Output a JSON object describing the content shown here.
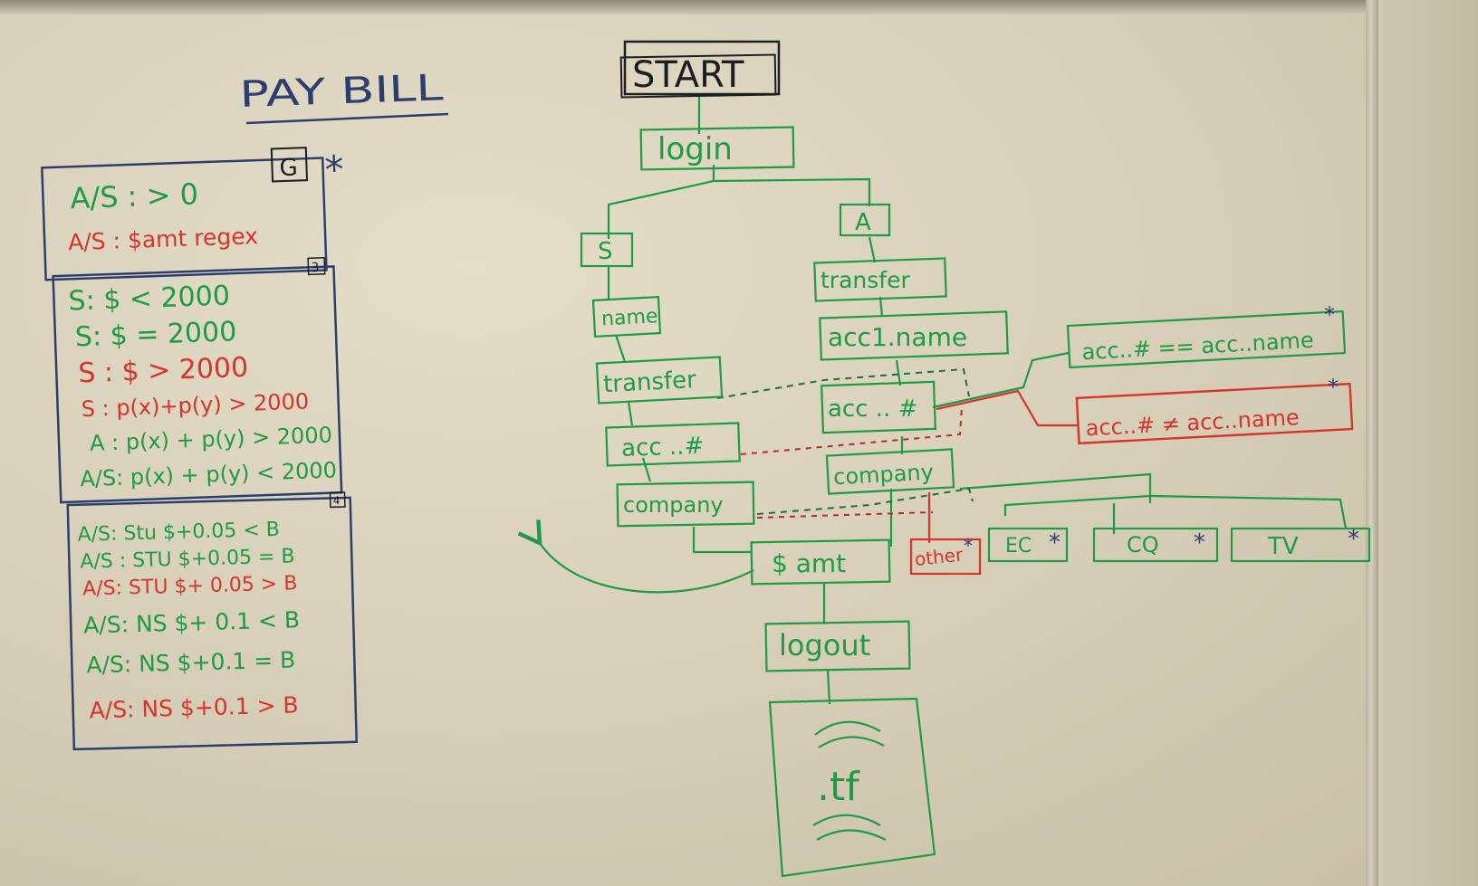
{
  "colors": {
    "green": "#1f9a45",
    "red": "#d8342b",
    "blue": "#2c3e6e",
    "black": "#1d1d22"
  },
  "title": "PAY BILL",
  "criteria": {
    "box1": {
      "tag": "G",
      "star": "*",
      "lines": [
        {
          "text": "A/S : > 0",
          "color": "green"
        },
        {
          "text": "A/S : $amt regex",
          "color": "red"
        }
      ]
    },
    "box2": {
      "tag": "3",
      "lines": [
        {
          "text": "S: $ < 2000",
          "color": "green"
        },
        {
          "text": "S: $ = 2000",
          "color": "green"
        },
        {
          "text": "S : $ > 2000",
          "color": "red"
        },
        {
          "text": "S : p(x)+p(y) > 2000",
          "color": "red"
        },
        {
          "text": "A : p(x) + p(y) > 2000",
          "color": "green"
        },
        {
          "text": "A/S: p(x) + p(y) < 2000",
          "color": "green"
        }
      ]
    },
    "box3": {
      "tag": "4",
      "lines": [
        {
          "text": "A/S: Stu $+0.05 < B",
          "color": "green"
        },
        {
          "text": "A/S : STU $+0.05 = B",
          "color": "green"
        },
        {
          "text": "A/S: STU $+ 0.05 > B",
          "color": "red"
        },
        {
          "text": "A/S: NS $+ 0.1 < B",
          "color": "green"
        },
        {
          "text": "A/S: NS $+0.1 = B",
          "color": "green"
        },
        {
          "text": "A/S: NS $+0.1 > B",
          "color": "red"
        }
      ]
    }
  },
  "flow": {
    "start": "START",
    "login": "login",
    "s": "S",
    "a": "A",
    "s_name": "name",
    "s_transfer": "transfer",
    "s_acc": "acc ..#",
    "s_company": "company",
    "a_transfer": "transfer",
    "a_acc1": "acc1.name",
    "a_acc": "acc .. #",
    "acc_eq": "acc..# == acc..name",
    "acc_ne": "acc..# ≠ acc..name",
    "a_company": "company",
    "amt": "$ amt",
    "other": "other",
    "ec": "EC",
    "cq": "CQ",
    "tv": "TV",
    "logout": "logout",
    "tf": ".tf",
    "star": "*"
  }
}
